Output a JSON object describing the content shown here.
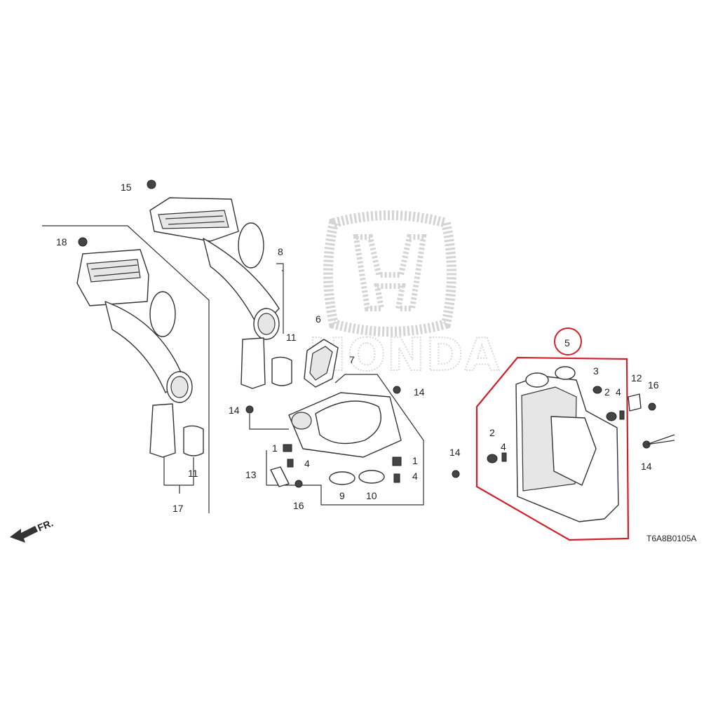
{
  "diagram": {
    "diagram_code": "T6A8B0105A",
    "front_marker": "FR.",
    "watermark_text": "HONDA",
    "highlight_color": "#d0202a",
    "highlighted_callout": "5",
    "callouts": {
      "c1a": "1",
      "c1b": "1",
      "c2a": "2",
      "c2b": "2",
      "c3": "3",
      "c4a": "4",
      "c4b": "4",
      "c4c": "4",
      "c4d": "4",
      "c5": "5",
      "c6": "6",
      "c7": "7",
      "c8": "8",
      "c9": "9",
      "c10": "10",
      "c11a": "11",
      "c11b": "11",
      "c12": "12",
      "c13": "13",
      "c14a": "14",
      "c14b": "14",
      "c14c": "14",
      "c14d": "14",
      "c15": "15",
      "c16a": "16",
      "c16b": "16",
      "c17": "17",
      "c18": "18"
    }
  }
}
